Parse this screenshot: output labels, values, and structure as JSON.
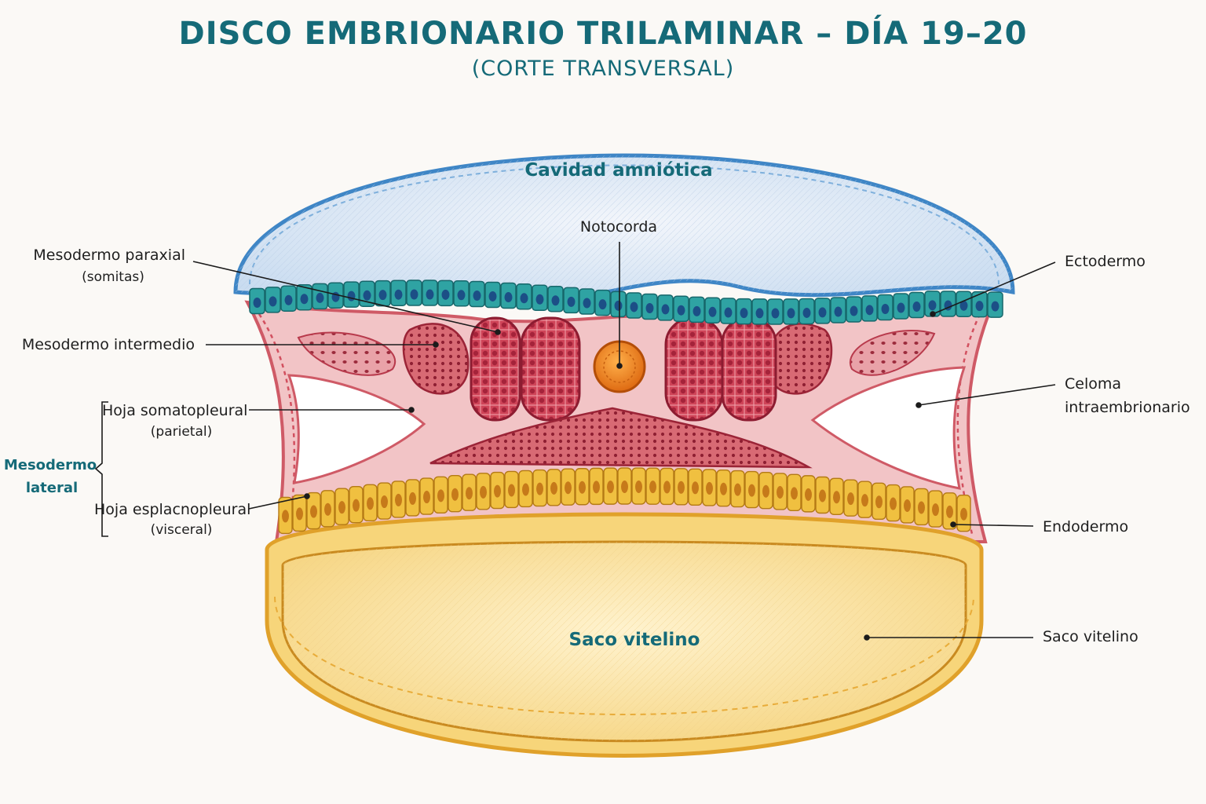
{
  "title": "DISCO EMBRIONARIO TRILAMINAR – DÍA 19–20",
  "subtitle": "(CORTE TRANSVERSAL)",
  "regions": {
    "amniotic_cavity": "Cavidad amniótica",
    "yolk_sac": "Saco vitelino"
  },
  "labels": {
    "notochord": "Notocorda",
    "paraxial": "Mesodermo paraxial",
    "paraxial_sub": "(somitas)",
    "intermediate": "Mesodermo intermedio",
    "somatopleural": "Hoja somatopleural",
    "somatopleural_sub": "(parietal)",
    "lateral_group_1": "Mesodermo",
    "lateral_group_2": "lateral",
    "splanchnopleural": "Hoja esplacnopleural",
    "splanchnopleural_sub": "(visceral)",
    "ectoderm": "Ectodermo",
    "coelom_1": "Celoma",
    "coelom_2": "intraembrionario",
    "endoderm": "Endodermo",
    "yolk_sac_right": "Saco vitelino"
  },
  "colors": {
    "title": "#156a78",
    "amnion_fill": "#dce8f4",
    "amnion_border": "#3f86c6",
    "ectoderm": "#2fa3a3",
    "ectoderm_nucleus": "#1c4f86",
    "mesoderm": "#e79ca2",
    "mesoderm_dark": "#c23a4e",
    "somite": "#c9354c",
    "notochord": "#f08a1a",
    "endoderm": "#f0c040",
    "endoderm_nucleus": "#c67a1a",
    "yolk_fill": "#fbe4a8",
    "coelom": "#ffffff"
  }
}
